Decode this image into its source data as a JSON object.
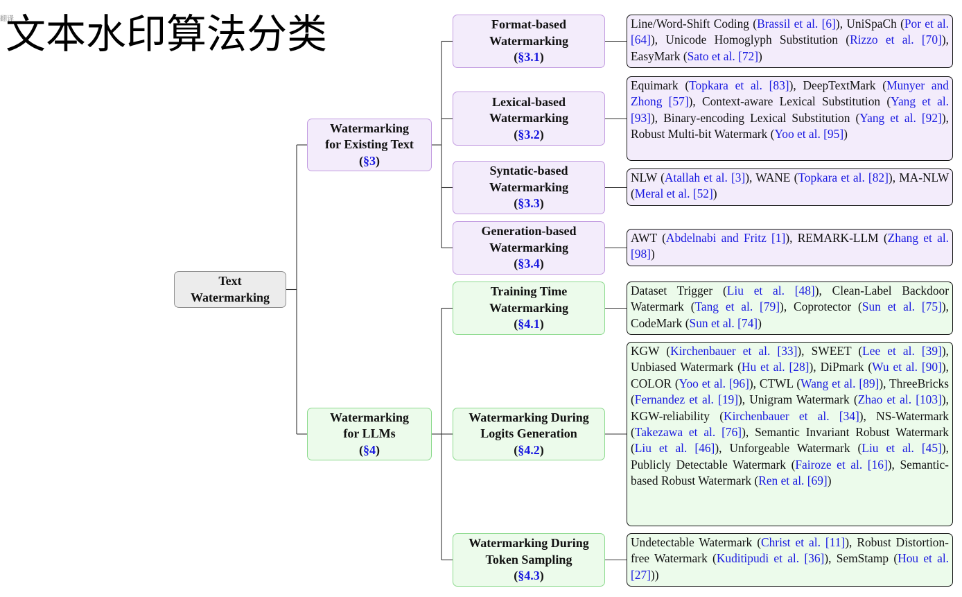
{
  "title": "文本水印算法分类",
  "corner_mark": "翻译",
  "root": {
    "lines": [
      "Text",
      "Watermarking"
    ]
  },
  "branches": [
    {
      "id": "existing",
      "lines": [
        "Watermarking",
        "for Existing Text"
      ],
      "section": "§3"
    },
    {
      "id": "llm",
      "lines": [
        "Watermarking",
        "for LLMs"
      ],
      "section": "§4"
    }
  ],
  "categories": [
    {
      "id": "format",
      "lines": [
        "Format-based",
        "Watermarking"
      ],
      "section": "§3.1",
      "methods": [
        {
          "name": "Line/Word-Shift Coding",
          "ref": "Brassil et al. [6]"
        },
        {
          "name": "UniSpaCh",
          "ref": "Por et al. [64]"
        },
        {
          "name": "Unicode Homoglyph Substitution",
          "ref": "Rizzo et al. [70]"
        },
        {
          "name": "EasyMark",
          "ref": "Sato et al. [72]"
        }
      ]
    },
    {
      "id": "lexical",
      "lines": [
        "Lexical-based",
        "Watermarking"
      ],
      "section": "§3.2",
      "methods": [
        {
          "name": "Equimark",
          "ref": "Topkara et al. [83]"
        },
        {
          "name": "DeepTextMark",
          "ref": "Munyer and Zhong [57]"
        },
        {
          "name": "Context-aware Lexical Substitution",
          "ref": "Yang et al. [93]"
        },
        {
          "name": "Binary-encoding Lexical Substitution",
          "ref": "Yang et al. [92]"
        },
        {
          "name": "Robust Multi-bit Watermark",
          "ref": "Yoo et al. [95]"
        }
      ]
    },
    {
      "id": "syntactic",
      "lines": [
        "Syntatic-based",
        "Watermarking"
      ],
      "section": "§3.3",
      "methods": [
        {
          "name": "NLW",
          "ref": "Atallah et al. [3]"
        },
        {
          "name": "WANE",
          "ref": "Topkara et al. [82]"
        },
        {
          "name": "MA-NLW",
          "ref": "Meral et al. [52]"
        }
      ]
    },
    {
      "id": "generation",
      "lines": [
        "Generation-based",
        "Watermarking"
      ],
      "section": "§3.4",
      "methods": [
        {
          "name": "AWT",
          "ref": "Abdelnabi and Fritz [1]"
        },
        {
          "name": "REMARK-LLM",
          "ref": "Zhang et al. [98]"
        }
      ]
    },
    {
      "id": "training",
      "lines": [
        "Training Time",
        "Watermarking"
      ],
      "section": "§4.1",
      "methods": [
        {
          "name": "Dataset Trigger",
          "ref": "Liu et al. [48]"
        },
        {
          "name": "Clean-Label Backdoor Watermark",
          "ref": "Tang et al. [79]"
        },
        {
          "name": "Coprotector",
          "ref": "Sun et al. [75]"
        },
        {
          "name": "CodeMark",
          "ref": "Sun et al. [74]"
        }
      ]
    },
    {
      "id": "logits",
      "lines": [
        "Watermarking During",
        "Logits Generation"
      ],
      "section": "§4.2",
      "methods": [
        {
          "name": "KGW",
          "ref": "Kirchenbauer et al. [33]"
        },
        {
          "name": "SWEET",
          "ref": "Lee et al. [39]"
        },
        {
          "name": "Unbiased Watermark",
          "ref": "Hu et al. [28]"
        },
        {
          "name": "DiPmark",
          "ref": "Wu et al. [90]"
        },
        {
          "name": "COLOR",
          "ref": "Yoo et al. [96]"
        },
        {
          "name": "CTWL",
          "ref": "Wang et al. [89]"
        },
        {
          "name": "ThreeBricks",
          "ref": "Fernandez et al. [19]"
        },
        {
          "name": "Unigram Watermark",
          "ref": "Zhao et al. [103]"
        },
        {
          "name": "KGW-reliability",
          "ref": "Kirchenbauer et al. [34]"
        },
        {
          "name": "NS-Watermark",
          "ref": "Takezawa et al. [76]"
        },
        {
          "name": "Semantic Invariant Robust Watermark",
          "ref": "Liu et al. [46]"
        },
        {
          "name": "Unforgeable Watermark",
          "ref": "Liu et al. [45]"
        },
        {
          "name": "Publicly Detectable Watermark",
          "ref": "Fairoze et al. [16]"
        },
        {
          "name": "Semantic-based Robust Watermark",
          "ref": "Ren et al. [69]"
        }
      ]
    },
    {
      "id": "sampling",
      "lines": [
        "Watermarking During",
        "Token Sampling"
      ],
      "section": "§4.3",
      "methods": [
        {
          "name": "Undetectable Watermark",
          "ref": "Christ et al. [11]"
        },
        {
          "name": "Robust Distortion-free Watermark",
          "ref": "Kuditipudi et al. [36]"
        },
        {
          "name": "SemStamp",
          "ref": "Hou et al. [27]",
          "suffix": ")"
        }
      ]
    }
  ],
  "colors": {
    "root_fill": "#ececec",
    "existing_fill": "#f3ecfb",
    "existing_border": "#c29be0",
    "llm_fill": "#ecfbeb",
    "llm_border": "#8bd98c",
    "link": "#1818e0"
  }
}
